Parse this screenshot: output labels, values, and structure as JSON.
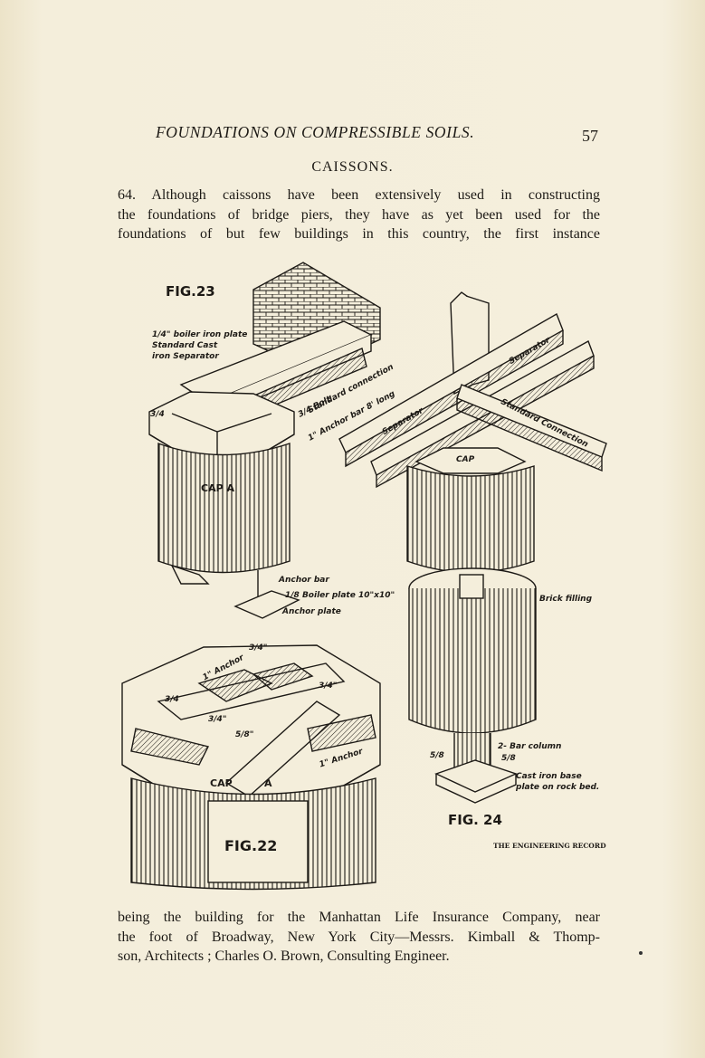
{
  "header": {
    "running_title": "FOUNDATIONS ON COMPRESSIBLE SOILS.",
    "page_number": "57"
  },
  "section_title": "CAISSONS.",
  "paragraph_1": {
    "lines": [
      "64. Although caissons have been extensively used in constructing",
      "the foundations of bridge piers, they have as yet been used for the",
      "foundations of but few buildings in this country, the first instance"
    ]
  },
  "paragraph_2": {
    "lines": [
      "being the building for the Manhattan Life Insurance Company, near",
      "the foot of Broadway, New York City—Messrs. Kimball & Thomp-",
      "son, Architects ; Charles O. Brown, Consulting Engineer."
    ]
  },
  "figures": {
    "fig23": {
      "label": "FIG.23",
      "annotations": {
        "boiler_plate": "1/4\" boiler iron plate",
        "separator_1": "Standard Cast",
        "separator_2": "iron Separator",
        "bolt": "3/4 Bolt",
        "standard_connection": "Standard connection",
        "anchor_bar": "1\" Anchor bar 8' long",
        "cap_a": "CAP A",
        "anchor_bar_2": "Anchor bar",
        "boiler_plate_2": "1/8 Boiler plate 10\"x10\"",
        "anchor_plate": "Anchor plate",
        "three_quarter": "3/4"
      }
    },
    "fig24": {
      "label": "FIG. 24",
      "annotations": {
        "separator_left": "Separator",
        "separator_right": "Separator",
        "standard_connection": "Standard Connection",
        "cap": "CAP",
        "brick_filling": "Brick filling",
        "bar_column": "2- Bar column",
        "five_eighths_a": "5/8",
        "five_eighths_b": "5/8",
        "base_plate_1": "Cast iron base",
        "base_plate_2": "plate on rock bed."
      }
    },
    "fig22": {
      "label": "FIG.22",
      "annotations": {
        "anchor_1": "1\" Anchor",
        "anchor_2": "1\" Anchor",
        "cap": "CAP",
        "a": "A",
        "three_quarter_1": "3/4\"",
        "three_quarter_2": "3/4",
        "three_quarter_3": "3/4\"",
        "three_quarter_4": "3/4\"",
        "five_eighths": "5/8\""
      }
    },
    "credit": "THE ENGINEERING RECORD"
  },
  "colors": {
    "paper": "#f3ecd6",
    "ink": "#1d1a16"
  }
}
